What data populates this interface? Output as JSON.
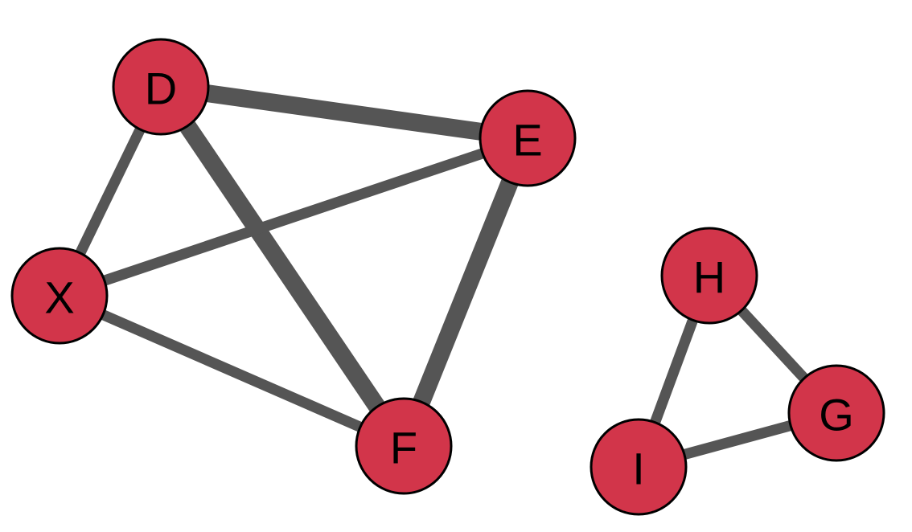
{
  "colors": {
    "node_fill": "#d2354a",
    "node_stroke": "#000000",
    "edge": "#555555",
    "background": "#ffffff"
  },
  "nodes": [
    {
      "id": "D",
      "label": "D"
    },
    {
      "id": "E",
      "label": "E"
    },
    {
      "id": "X",
      "label": "X"
    },
    {
      "id": "F",
      "label": "F"
    },
    {
      "id": "H",
      "label": "H"
    },
    {
      "id": "G",
      "label": "G"
    },
    {
      "id": "I",
      "label": "I"
    }
  ],
  "edges": [
    {
      "source": "D",
      "target": "E",
      "weight": 5
    },
    {
      "source": "D",
      "target": "X",
      "weight": 3
    },
    {
      "source": "D",
      "target": "F",
      "weight": 5
    },
    {
      "source": "X",
      "target": "E",
      "weight": 3
    },
    {
      "source": "X",
      "target": "F",
      "weight": 3
    },
    {
      "source": "E",
      "target": "F",
      "weight": 5
    },
    {
      "source": "H",
      "target": "G",
      "weight": 3
    },
    {
      "source": "H",
      "target": "I",
      "weight": 3
    },
    {
      "source": "I",
      "target": "G",
      "weight": 3
    }
  ]
}
